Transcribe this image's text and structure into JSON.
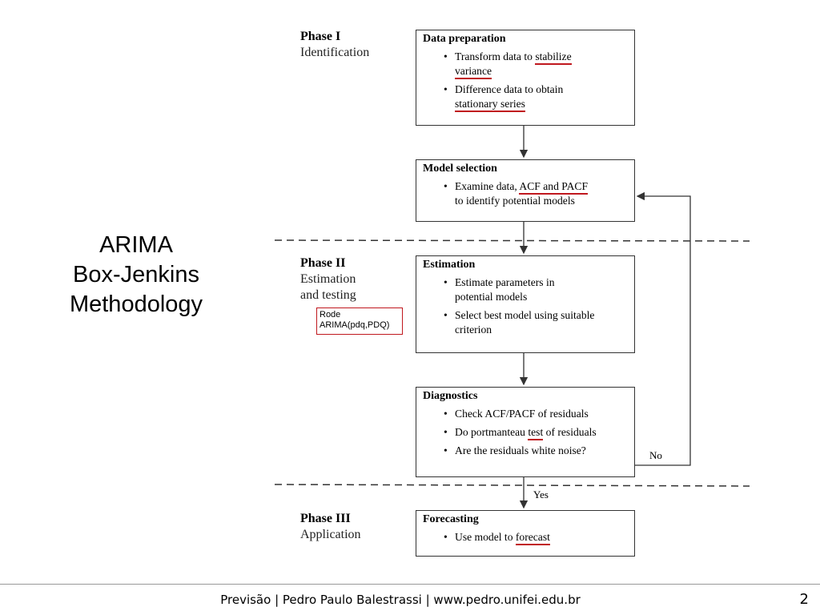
{
  "title": {
    "line1": "ARIMA",
    "line2": "Box-Jenkins",
    "line3": "Methodology"
  },
  "phases": [
    {
      "name": "Phase I",
      "sub1": "Identification",
      "sub2": ""
    },
    {
      "name": "Phase II",
      "sub1": "Estimation",
      "sub2": "and testing"
    },
    {
      "name": "Phase III",
      "sub1": "Application",
      "sub2": ""
    }
  ],
  "note": {
    "line1": "Rode",
    "line2": "ARIMA(pdq,PDQ)"
  },
  "boxes": {
    "data_prep": {
      "title": "Data preparation",
      "b1_pre": "Transform data to ",
      "b1_u": "stabilize",
      "b1_br": "variance",
      "b2_pre": "Difference data to obtain",
      "b2_u": "stationary series"
    },
    "model_sel": {
      "title": "Model selection",
      "b1_pre": "Examine data, ",
      "b1_u": "ACF and PACF",
      "b1_post": "to identify potential models"
    },
    "estimation": {
      "title": "Estimation",
      "b1a": "Estimate parameters in",
      "b1b": "potential models",
      "b2a": "Select best model using suitable",
      "b2b": "criterion"
    },
    "diagnostics": {
      "title": "Diagnostics",
      "b1": "Check ACF/PACF of residuals",
      "b2_pre": "Do portmanteau ",
      "b2_u": "test",
      "b2_post": " of residuals",
      "b3": "Are the residuals white noise?"
    },
    "forecasting": {
      "title": "Forecasting",
      "b1_pre": "Use model to ",
      "b1_u": "forecast"
    }
  },
  "edges": {
    "yes": "Yes",
    "no": "No"
  },
  "footer": {
    "text": "Previsão | Pedro Paulo Balestrassi | www.pedro.unifei.edu.br",
    "page": "2"
  }
}
